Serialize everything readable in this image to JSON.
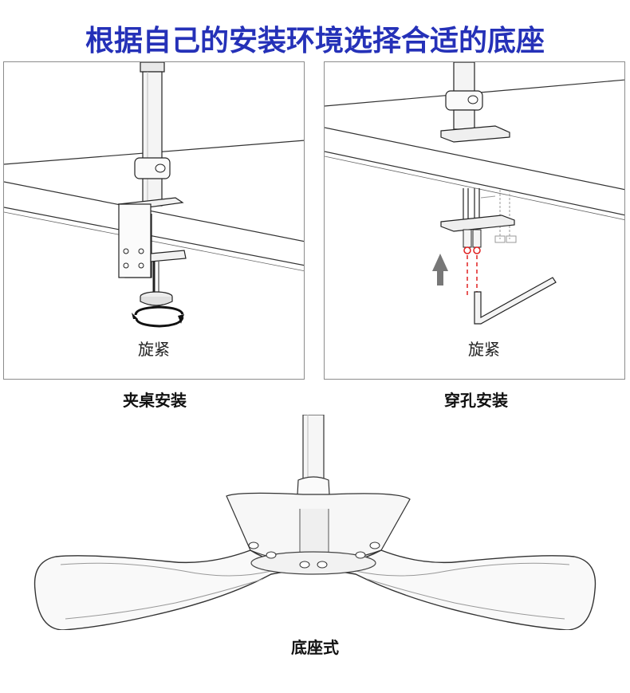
{
  "title": "根据自己的安装环境选择合适的底座",
  "panels": [
    {
      "inner_label": "旋紧",
      "caption": "夹桌安装"
    },
    {
      "inner_label": "旋紧",
      "caption": "穿孔安装"
    }
  ],
  "base": {
    "caption": "底座式"
  },
  "colors": {
    "title": "#2531b8",
    "arrow_gray": "#777777",
    "dash_red": "#e02020"
  }
}
